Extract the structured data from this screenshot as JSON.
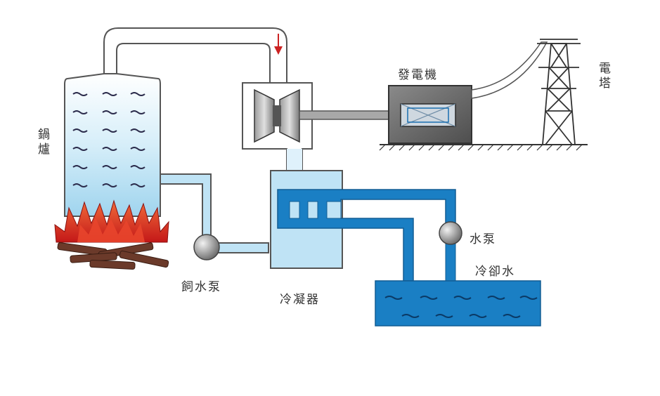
{
  "labels": {
    "boiler": "鍋爐",
    "feed_pump": "飼水泵",
    "condenser": "冷凝器",
    "generator": "發電機",
    "tower": "電塔",
    "water_pump": "水泵",
    "cooling_water": "冷卻水"
  },
  "colors": {
    "pipe_outline": "#555555",
    "light_water": "#bfe3f5",
    "cooling_blue": "#1a7fc4",
    "fire_red": "#d8282a",
    "wood": "#6b3a2a",
    "generator_gray": "#6e6e6e",
    "flow_arrow": "#cc2222"
  },
  "icons": [
    "fire-icon",
    "turbine-icon",
    "pump-icon",
    "transmission-tower-icon",
    "wave-icon",
    "flow-arrow-icon"
  ]
}
